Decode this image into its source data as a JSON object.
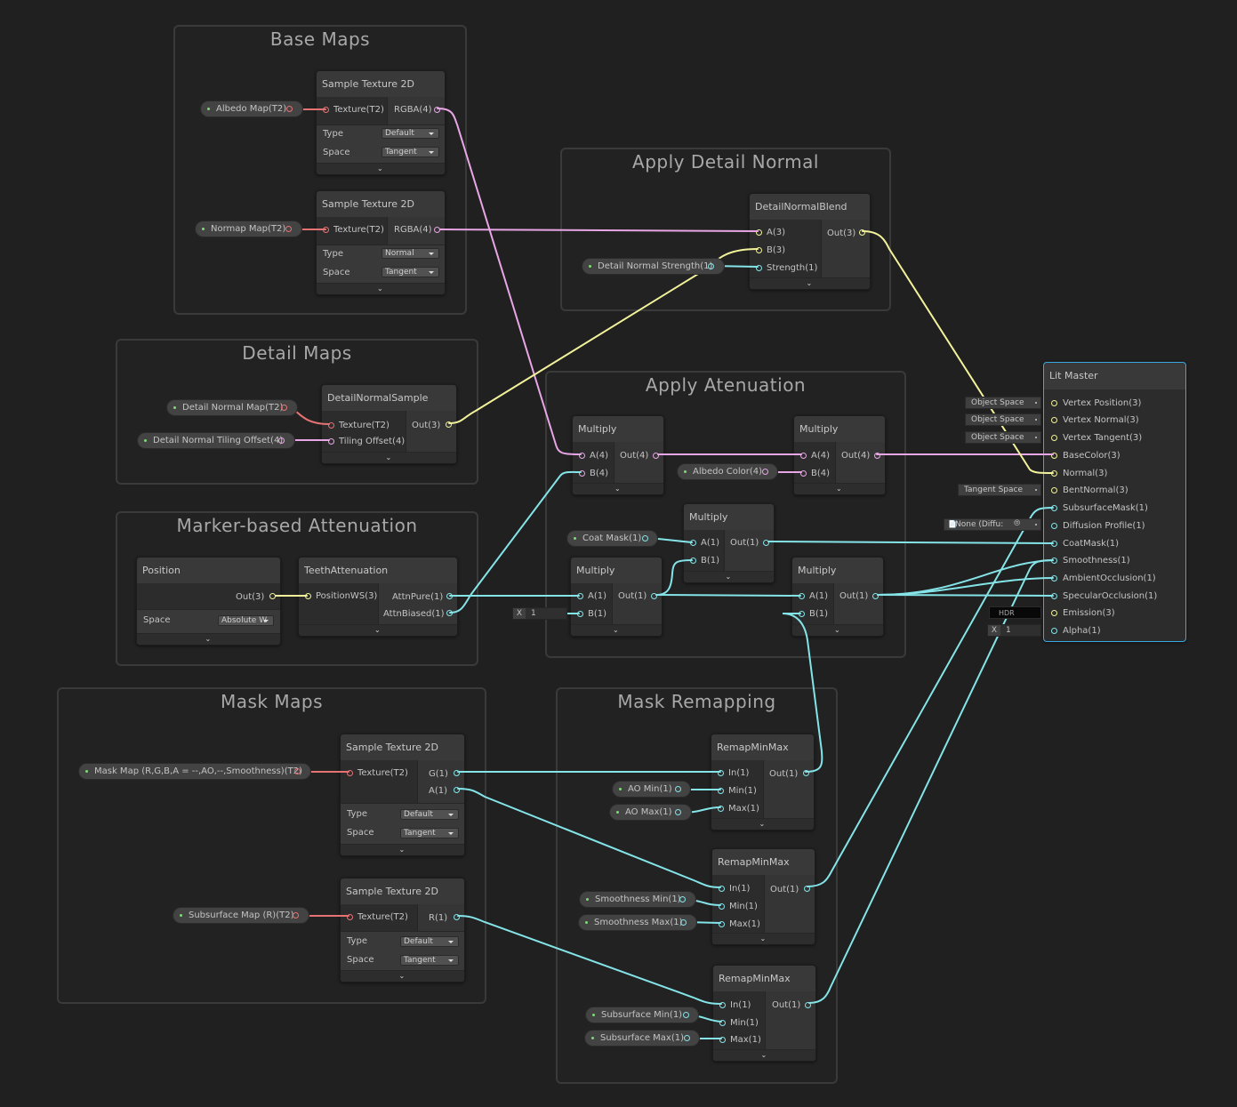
{
  "colors": {
    "texture": "#e57374",
    "vector4": "#e9a6e6",
    "vector3": "#f2f29b",
    "vector1": "#84e4e8",
    "master_border": "#3aa7e0"
  },
  "groups": {
    "base_maps": "Base Maps",
    "apply_detail_normal": "Apply Detail Normal",
    "detail_maps": "Detail Maps",
    "apply_attenuation": "Apply Atenuation",
    "marker_attenuation": "Marker-based Attenuation",
    "mask_maps": "Mask Maps",
    "mask_remapping": "Mask Remapping"
  },
  "nodes": {
    "sample_albedo": {
      "title": "Sample Texture 2D",
      "in_texture": "Texture(T2)",
      "out_rgba": "RGBA(4)",
      "type_label": "Type",
      "type_value": "Default",
      "space_label": "Space",
      "space_value": "Tangent"
    },
    "sample_normal": {
      "title": "Sample Texture 2D",
      "in_texture": "Texture(T2)",
      "out_rgba": "RGBA(4)",
      "type_label": "Type",
      "type_value": "Normal",
      "space_label": "Space",
      "space_value": "Tangent"
    },
    "detail_normal_blend": {
      "title": "DetailNormalBlend",
      "in_a": "A(3)",
      "in_b": "B(3)",
      "in_strength": "Strength(1)",
      "out": "Out(3)"
    },
    "detail_normal_sample": {
      "title": "DetailNormalSample",
      "in_texture": "Texture(T2)",
      "in_tiling": "Tiling Offset(4)",
      "out": "Out(3)"
    },
    "multiply_1": {
      "title": "Multiply",
      "in_a": "A(4)",
      "in_b": "B(4)",
      "out": "Out(4)"
    },
    "multiply_2": {
      "title": "Multiply",
      "in_a": "A(4)",
      "in_b": "B(4)",
      "out": "Out(4)"
    },
    "multiply_3": {
      "title": "Multiply",
      "in_a": "A(1)",
      "in_b": "B(1)",
      "out": "Out(1)"
    },
    "multiply_4": {
      "title": "Multiply",
      "in_a": "A(1)",
      "in_b": "B(1)",
      "out": "Out(1)"
    },
    "multiply_5": {
      "title": "Multiply",
      "in_a": "A(1)",
      "in_b": "B(1)",
      "out": "Out(1)"
    },
    "position": {
      "title": "Position",
      "out": "Out(3)",
      "space_label": "Space",
      "space_value": "Absolute W"
    },
    "teeth_attenuation": {
      "title": "TeethAttenuation",
      "in_pos": "PositionWS(3)",
      "out_pure": "AttnPure(1)",
      "out_biased": "AttnBiased(1)"
    },
    "sample_mask": {
      "title": "Sample Texture 2D",
      "in_texture": "Texture(T2)",
      "out_g": "G(1)",
      "out_a": "A(1)",
      "type_label": "Type",
      "type_value": "Default",
      "space_label": "Space",
      "space_value": "Tangent"
    },
    "sample_subsurface": {
      "title": "Sample Texture 2D",
      "in_texture": "Texture(T2)",
      "out_r": "R(1)",
      "type_label": "Type",
      "type_value": "Default",
      "space_label": "Space",
      "space_value": "Tangent"
    },
    "remap_1": {
      "title": "RemapMinMax",
      "in": "In(1)",
      "min": "Min(1)",
      "max": "Max(1)",
      "out": "Out(1)"
    },
    "remap_2": {
      "title": "RemapMinMax",
      "in": "In(1)",
      "min": "Min(1)",
      "max": "Max(1)",
      "out": "Out(1)"
    },
    "remap_3": {
      "title": "RemapMinMax",
      "in": "In(1)",
      "min": "Min(1)",
      "max": "Max(1)",
      "out": "Out(1)"
    },
    "lit_master": {
      "title": "Lit Master",
      "ports": [
        "Vertex Position(3)",
        "Vertex Normal(3)",
        "Vertex Tangent(3)",
        "BaseColor(3)",
        "Normal(3)",
        "BentNormal(3)",
        "SubsurfaceMask(1)",
        "Diffusion Profile(1)",
        "CoatMask(1)",
        "Smoothness(1)",
        "AmbientOcclusion(1)",
        "SpecularOcclusion(1)",
        "Emission(3)",
        "Alpha(1)"
      ]
    }
  },
  "properties": {
    "albedo_map": "Albedo Map(T2)",
    "normap_map": "Normap Map(T2)",
    "detail_normal_strength": "Detail Normal Strength(1)",
    "detail_normal_map": "Detail Normal Map(T2)",
    "detail_normal_tiling": "Detail Normal Tiling Offset(4)",
    "albedo_color": "Albedo Color(4)",
    "coat_mask": "Coat Mask(1)",
    "mask_map": "Mask Map (R,G,B,A = --,AO,--,Smoothness)(T2)",
    "subsurface_map": "Subsurface Map (R)(T2)",
    "ao_min": "AO Min(1)",
    "ao_max": "AO Max(1)",
    "smoothness_min": "Smoothness Min(1)",
    "smoothness_max": "Smoothness Max(1)",
    "subsurface_min": "Subsurface Min(1)",
    "subsurface_max": "Subsurface Max(1)"
  },
  "inline_fields": {
    "multiply_b_x": "X",
    "multiply_b_value": "1",
    "master_obj_space_1": "Object Space",
    "master_obj_space_2": "Object Space",
    "master_obj_space_3": "Object Space",
    "master_tangent_space": "Tangent Space",
    "master_diffusion_profile": "None (Diffu:",
    "master_emission_hdr": "HDR",
    "master_alpha_x": "X",
    "master_alpha_value": "1"
  }
}
